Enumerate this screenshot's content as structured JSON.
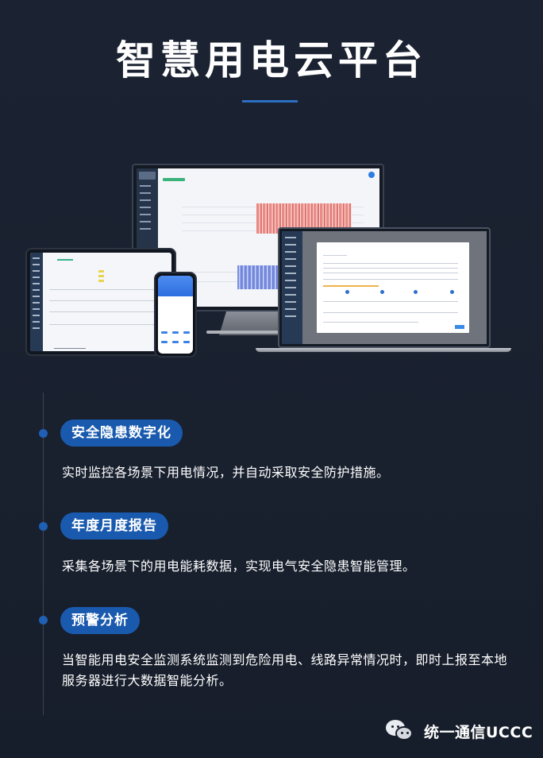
{
  "header": {
    "title": "智慧用电云平台",
    "accent_color": "#2c6fc2"
  },
  "devices": {
    "monitor": {
      "chart_colors": [
        "#e88a86",
        "#7a8fe0"
      ],
      "sidebar_color": "#263449"
    },
    "laptop": {
      "modal_button_color": "#3b8be6"
    },
    "tablet": {},
    "phone": {
      "header_color": "#3a7de6"
    }
  },
  "features": [
    {
      "tag": "安全隐患数字化",
      "description": "实时监控各场景下用电情况，并自动采取安全防护措施。"
    },
    {
      "tag": "年度月度报告",
      "description": "采集各场景下的用电能耗数据，实现电气安全隐患智能管理。"
    },
    {
      "tag": "预警分析",
      "description": "当智能用电安全监测系统监测到危险用电、线路异常情况时，即时上报至本地服务器进行大数据智能分析。"
    }
  ],
  "footer": {
    "icon": "wechat-icon",
    "text": "统一通信UCCC"
  },
  "colors": {
    "background": "#1a2231",
    "tag_background": "#1a5aae",
    "timeline_dot": "#1f5fb4"
  }
}
